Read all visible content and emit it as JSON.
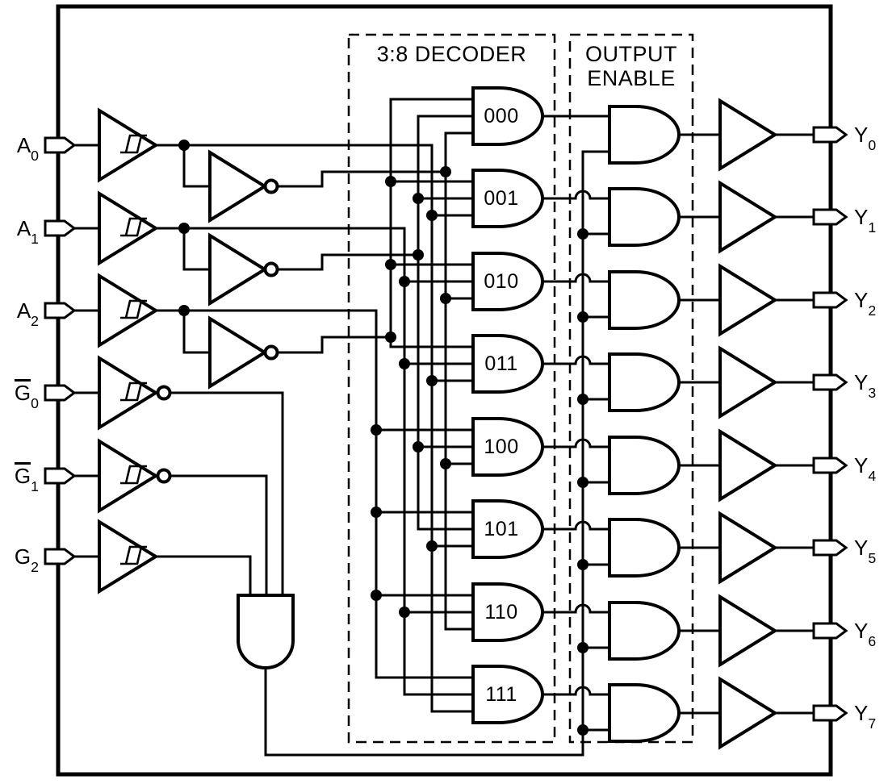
{
  "figure": {
    "kind": "logic-diagram",
    "colors": {
      "ink": "#000000",
      "background": "#ffffff"
    }
  },
  "inputs": [
    {
      "letter": "A",
      "sub": "0",
      "overline": false
    },
    {
      "letter": "A",
      "sub": "1",
      "overline": false
    },
    {
      "letter": "A",
      "sub": "2",
      "overline": false
    },
    {
      "letter": "G",
      "sub": "0",
      "overline": true
    },
    {
      "letter": "G",
      "sub": "1",
      "overline": true
    },
    {
      "letter": "G",
      "sub": "2",
      "overline": false
    }
  ],
  "decoder": {
    "title": "3:8 DECODER",
    "gates": [
      {
        "label": "000"
      },
      {
        "label": "001"
      },
      {
        "label": "010"
      },
      {
        "label": "011"
      },
      {
        "label": "100"
      },
      {
        "label": "101"
      },
      {
        "label": "110"
      },
      {
        "label": "111"
      }
    ]
  },
  "output_enable": {
    "title_line1": "OUTPUT",
    "title_line2": "ENABLE"
  },
  "outputs": [
    {
      "letter": "Y",
      "sub": "0"
    },
    {
      "letter": "Y",
      "sub": "1"
    },
    {
      "letter": "Y",
      "sub": "2"
    },
    {
      "letter": "Y",
      "sub": "3"
    },
    {
      "letter": "Y",
      "sub": "4"
    },
    {
      "letter": "Y",
      "sub": "5"
    },
    {
      "letter": "Y",
      "sub": "6"
    },
    {
      "letter": "Y",
      "sub": "7"
    }
  ]
}
